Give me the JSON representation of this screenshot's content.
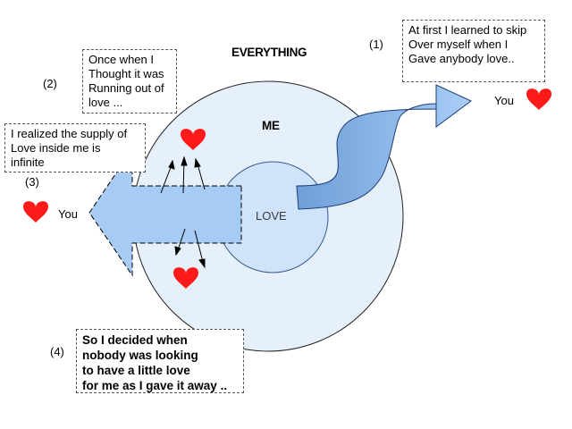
{
  "diagram": {
    "title": "EVERYTHING",
    "inner_label": "ME",
    "core_label": "LOVE",
    "you_right": "You",
    "you_left": "You",
    "steps": [
      {
        "number": "(1)",
        "text": "At first I learned to skip\nOver myself when I\nGave anybody love.."
      },
      {
        "number": "(2)",
        "text": "Once when I\nThought it was\nRunning out of\nlove ..."
      },
      {
        "number": "(3)",
        "text": "I realized the supply of\nLove inside me is\ninfinite"
      },
      {
        "number": "(4)",
        "text": "So I decided when\nnobody was looking\nto have a little love\nfor me as I gave it away .."
      }
    ],
    "colors": {
      "outer_circle": "#e6f0fb",
      "inner_circle": "#cfe3fb",
      "arrow_fill": "#a6cbf5",
      "heart": "#ff1a1a"
    }
  }
}
